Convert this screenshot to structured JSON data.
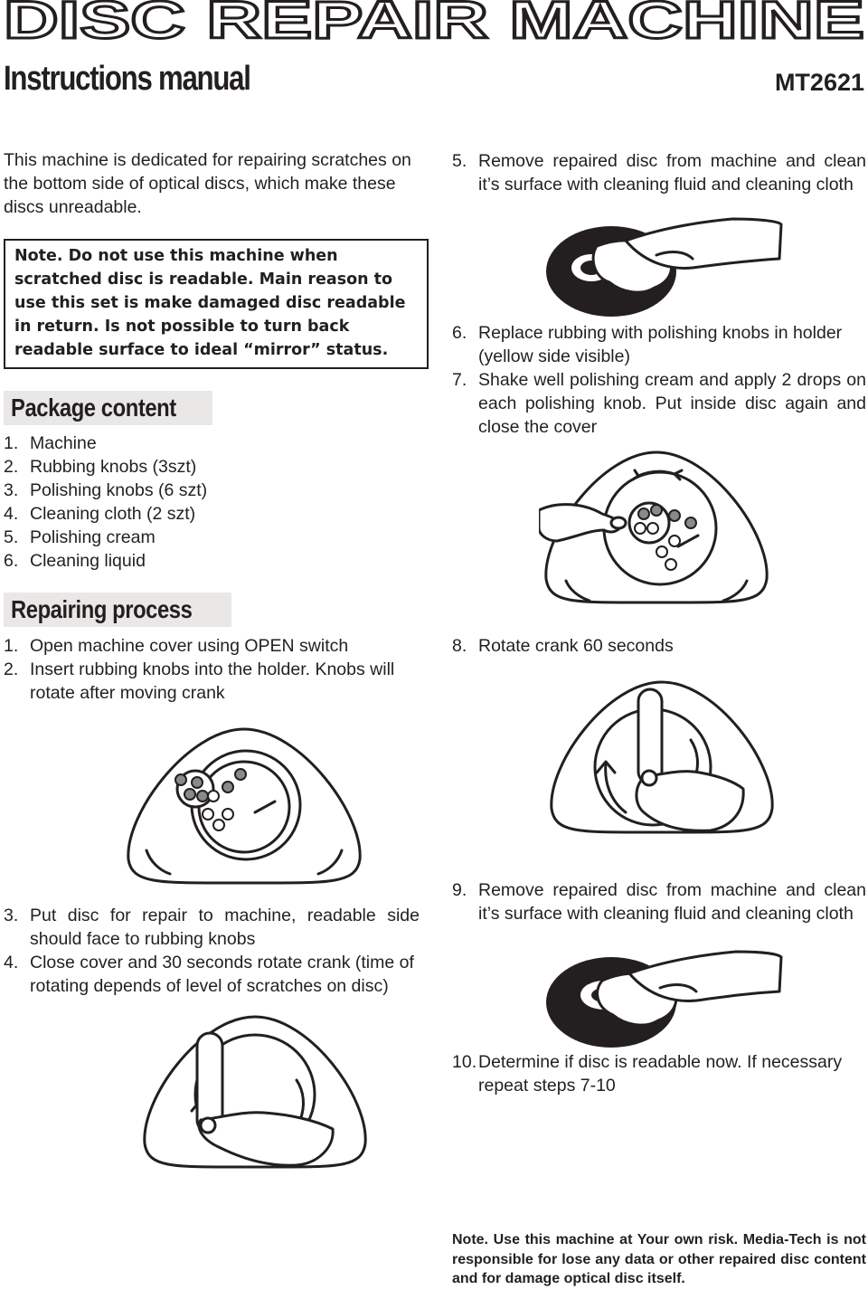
{
  "title": "DISC REPAIR MACHINE",
  "subtitle": "Instructions manual",
  "model": "MT2621",
  "intro": "This machine is dedicated for repairing scratches on the bottom side of optical discs, which make these discs unreadable.",
  "note_box": "Note. Do not use this machine when scratched disc is readable. Main reason to use this set is make damaged disc readable in return. Is not possible to turn back readable surface to ideal “mirror” status.",
  "package": {
    "heading": "Package content",
    "items": [
      {
        "num": "1.",
        "text": "Machine"
      },
      {
        "num": "2.",
        "text": "Rubbing knobs (3szt)"
      },
      {
        "num": "3.",
        "text": "Polishing knobs (6 szt)"
      },
      {
        "num": "4.",
        "text": "Cleaning cloth (2 szt)"
      },
      {
        "num": "5.",
        "text": "Polishing cream"
      },
      {
        "num": "6.",
        "text": "Cleaning liquid"
      }
    ]
  },
  "repair": {
    "heading": "Repairing process",
    "steps_a": [
      {
        "num": "1.",
        "text": "Open machine cover using OPEN switch"
      },
      {
        "num": "2.",
        "text": "Insert rubbing knobs into the holder. Knobs will rotate after moving crank"
      }
    ],
    "steps_b": [
      {
        "num": "3.",
        "text": "Put disc for repair to machine, readable side should face to rubbing knobs"
      },
      {
        "num": "4.",
        "text": "Close cover and 30 seconds rotate crank (time of rotating depends of level of scratches on disc)"
      }
    ]
  },
  "right": {
    "step5": {
      "num": "5.",
      "text": "Remove repaired disc  from machine and clean it’s surface with cleaning fluid and cleaning cloth"
    },
    "steps67": [
      {
        "num": "6.",
        "text": "Replace rubbing with polishing knobs in holder (yellow side visible)"
      },
      {
        "num": "7.",
        "text": "Shake well polishing cream and apply 2 drops on each polishing knob. Put inside disc again and close the cover"
      }
    ],
    "step8": {
      "num": "8.",
      "text": "Rotate crank 60 seconds"
    },
    "step9": {
      "num": "9.",
      "text": "Remove repaired disc  from machine and clean it’s surface with cleaning fluid and cleaning cloth"
    },
    "step10": {
      "num": "10.",
      "text": "Determine if disc is readable now. If necessary repeat steps 7-10"
    }
  },
  "footnote": "Note. Use this machine at Your own risk. Media-Tech is not responsible for lose any data or other repaired disc content and for damage optical disc itself."
}
